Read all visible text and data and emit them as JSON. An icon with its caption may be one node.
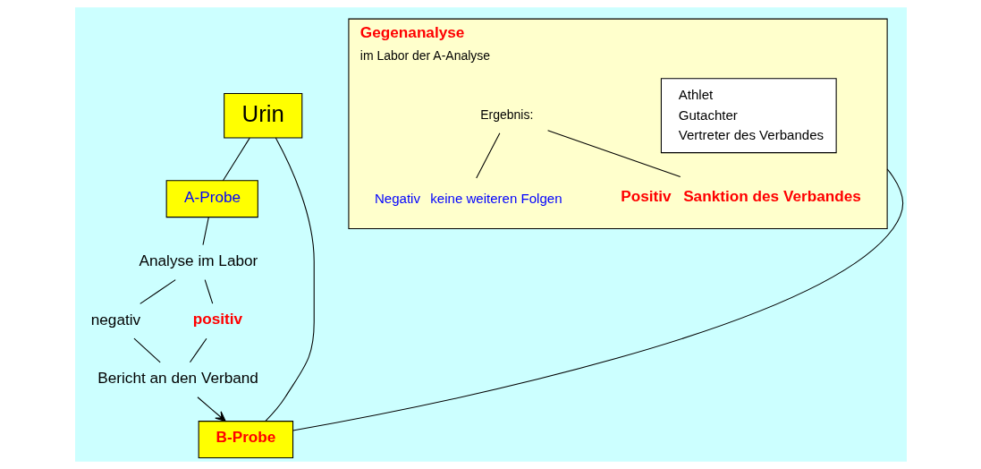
{
  "diagram": {
    "nodes": [
      {
        "text": [
          "Urin"
        ]
      },
      {
        "text": [
          "A-Probe"
        ]
      },
      {
        "text": [
          "B-Probe"
        ]
      },
      {
        "text": [
          "Analyse im Labor"
        ]
      },
      {
        "text": [
          "negativ"
        ]
      },
      {
        "text": [
          "positiv"
        ]
      },
      {
        "text": [
          "Bericht an den Verband"
        ]
      },
      {
        "text": [
          "Gegenanalyse",
          "im Labor der A-Analyse"
        ]
      },
      {
        "text": [
          "Athlet",
          "Gutachter",
          "Vertreter des Verbandes"
        ],
        "in": 7
      },
      {
        "text": [
          "Ergebnis:"
        ],
        "in": 7
      },
      {
        "text": [
          "Negativ"
        ],
        "in": 7,
        "beside": [
          "keine weiteren Folgen"
        ]
      },
      {
        "text": [
          "Positiv"
        ],
        "in": 7,
        "beside": [
          "Sanktion des Verbandes"
        ]
      }
    ],
    "edges": [
      {
        "from": 0,
        "to": 1,
        "arrow": "none"
      },
      {
        "from": 0,
        "to": 2,
        "arrow": "none"
      },
      {
        "from": 1,
        "to": 3,
        "arrow": "none"
      },
      {
        "from": 3,
        "to": 4,
        "arrow": "none"
      },
      {
        "from": 3,
        "to": 5,
        "arrow": "none"
      },
      {
        "from": 4,
        "to": 6,
        "arrow": "none"
      },
      {
        "from": 5,
        "to": 6,
        "arrow": "none"
      },
      {
        "from": 6,
        "to": 2,
        "arrow": "to"
      },
      {
        "from": 2,
        "to": 7,
        "arrow": "none"
      },
      {
        "from": 9,
        "to": 10,
        "arrow": "none"
      },
      {
        "from": 9,
        "to": 11,
        "arrow": "none"
      }
    ]
  }
}
